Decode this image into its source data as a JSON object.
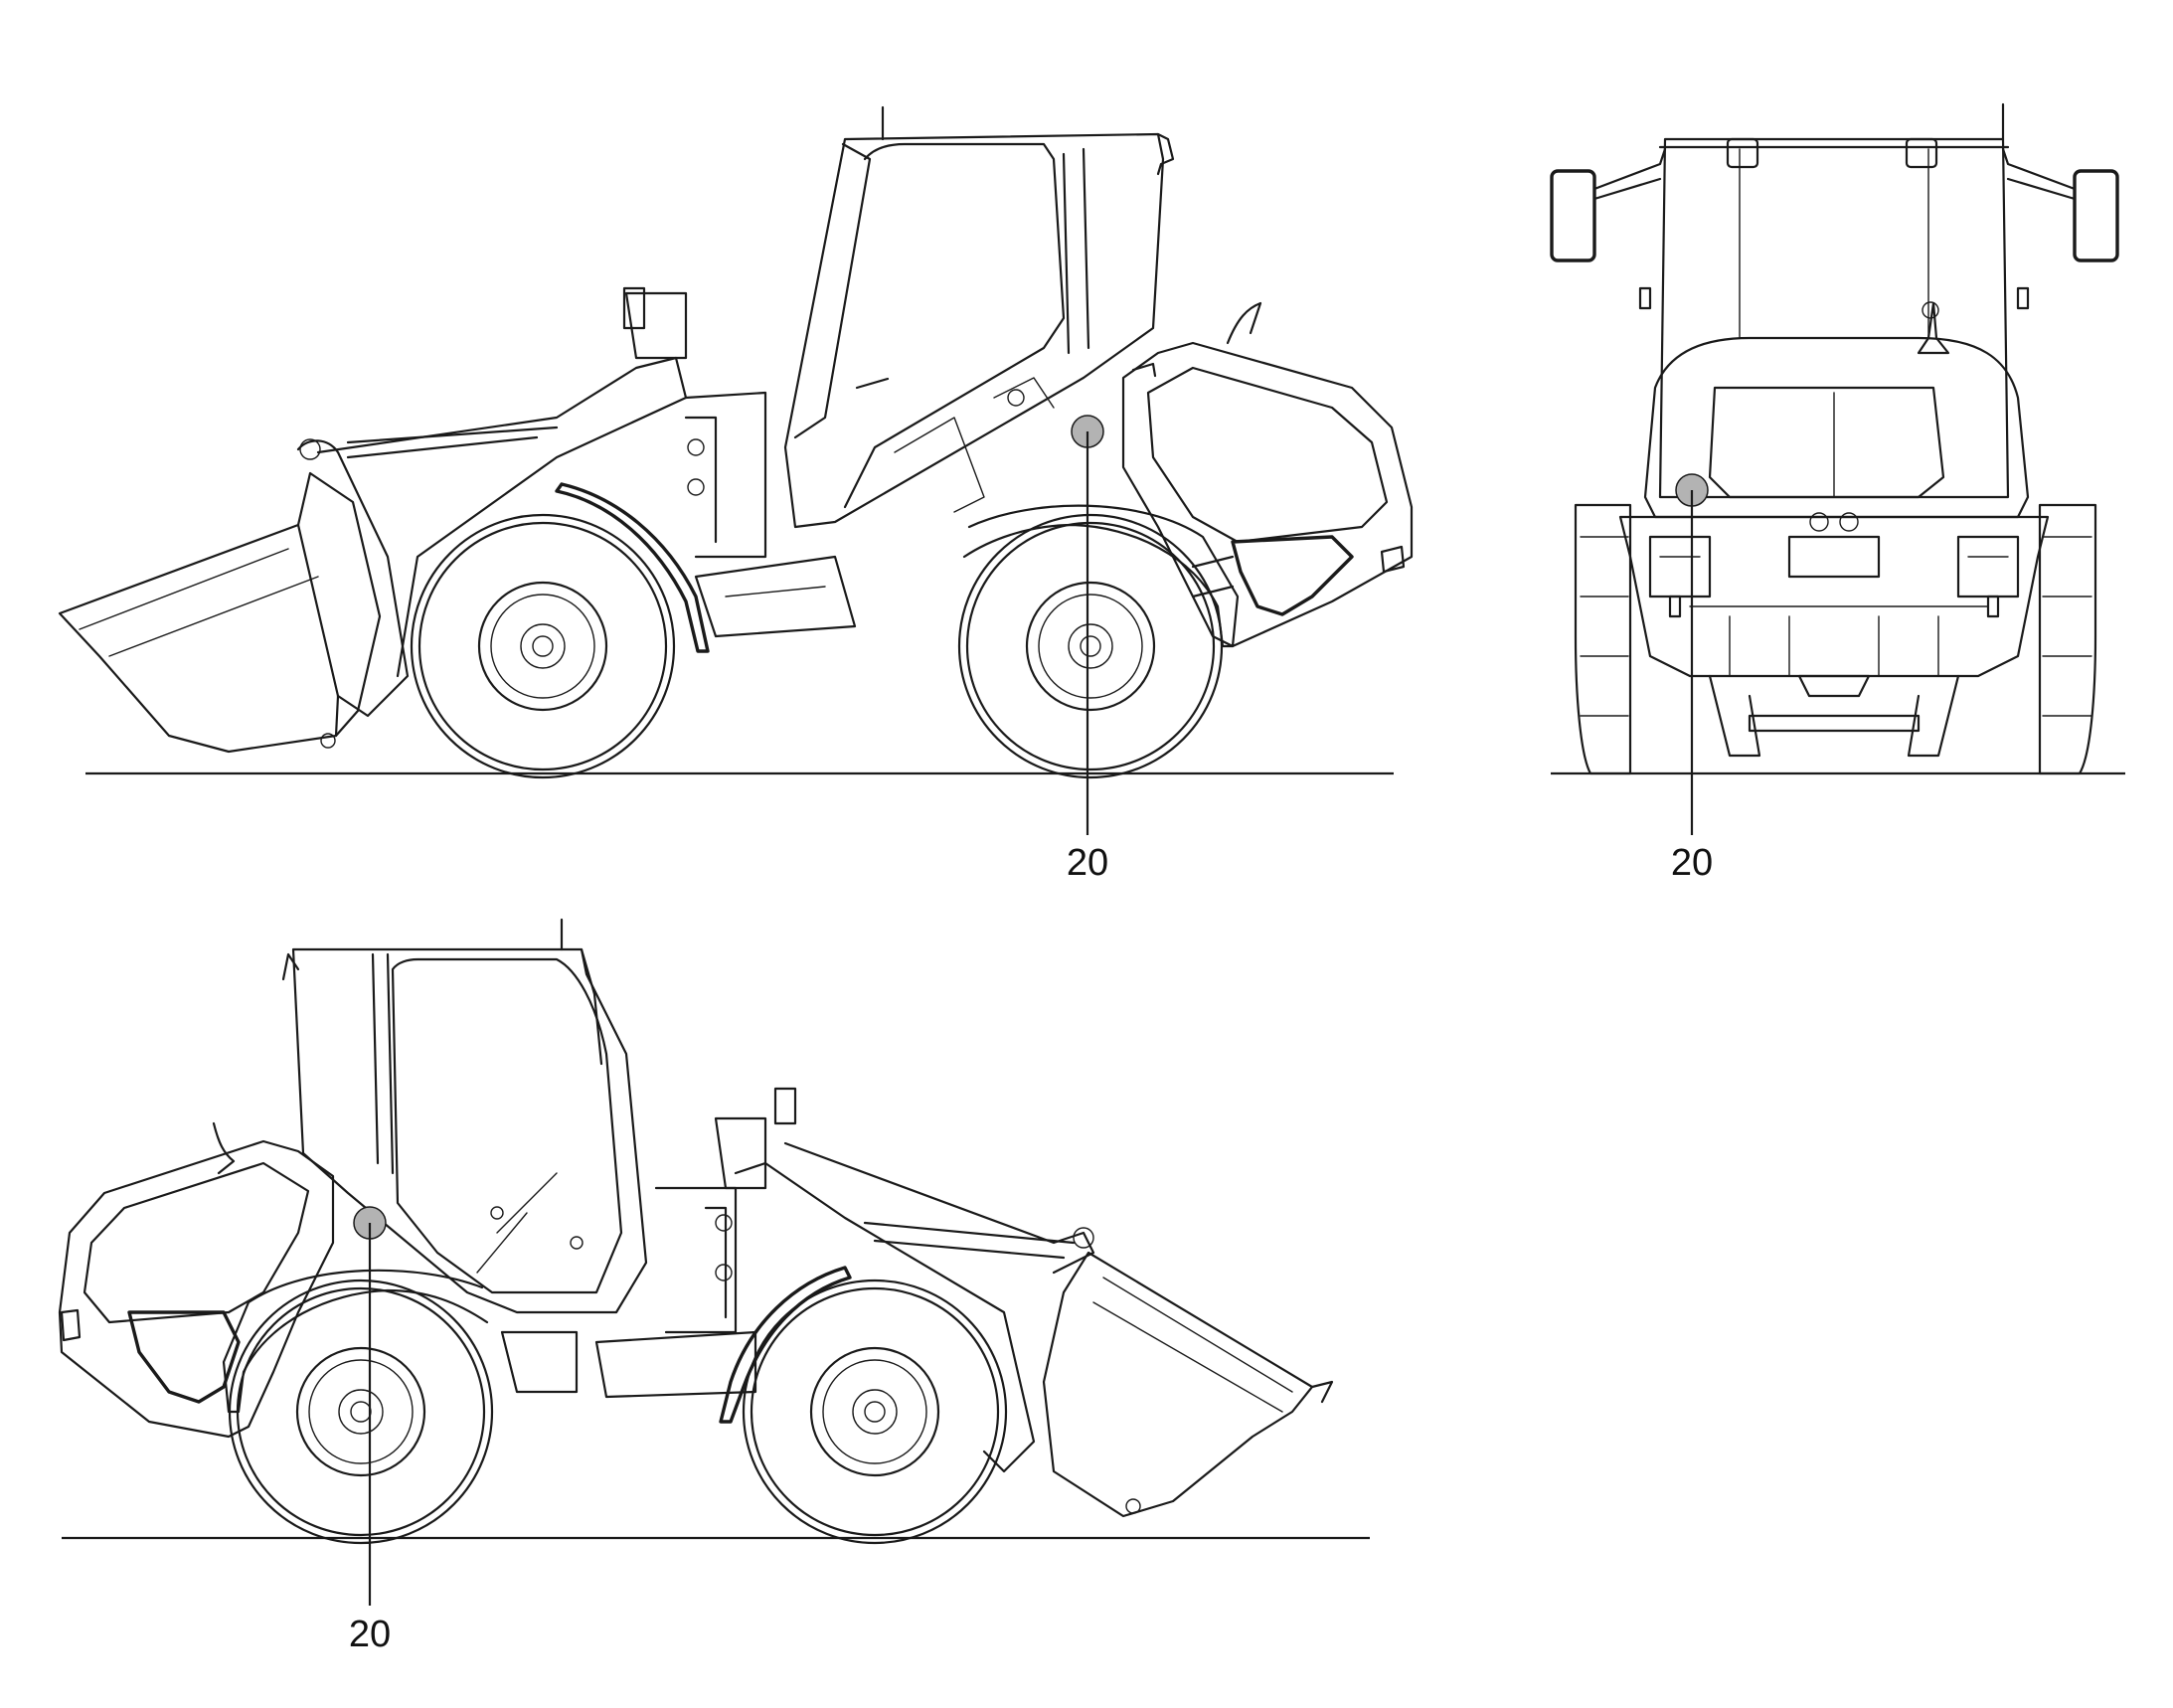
{
  "colors": {
    "line": "#1a1a1a",
    "marker_fill": "#b3b3b3",
    "background": "#ffffff"
  },
  "views": [
    {
      "name": "left-side-view",
      "callout": "20"
    },
    {
      "name": "rear-view",
      "callout": "20"
    },
    {
      "name": "right-side-view",
      "callout": "20"
    }
  ]
}
